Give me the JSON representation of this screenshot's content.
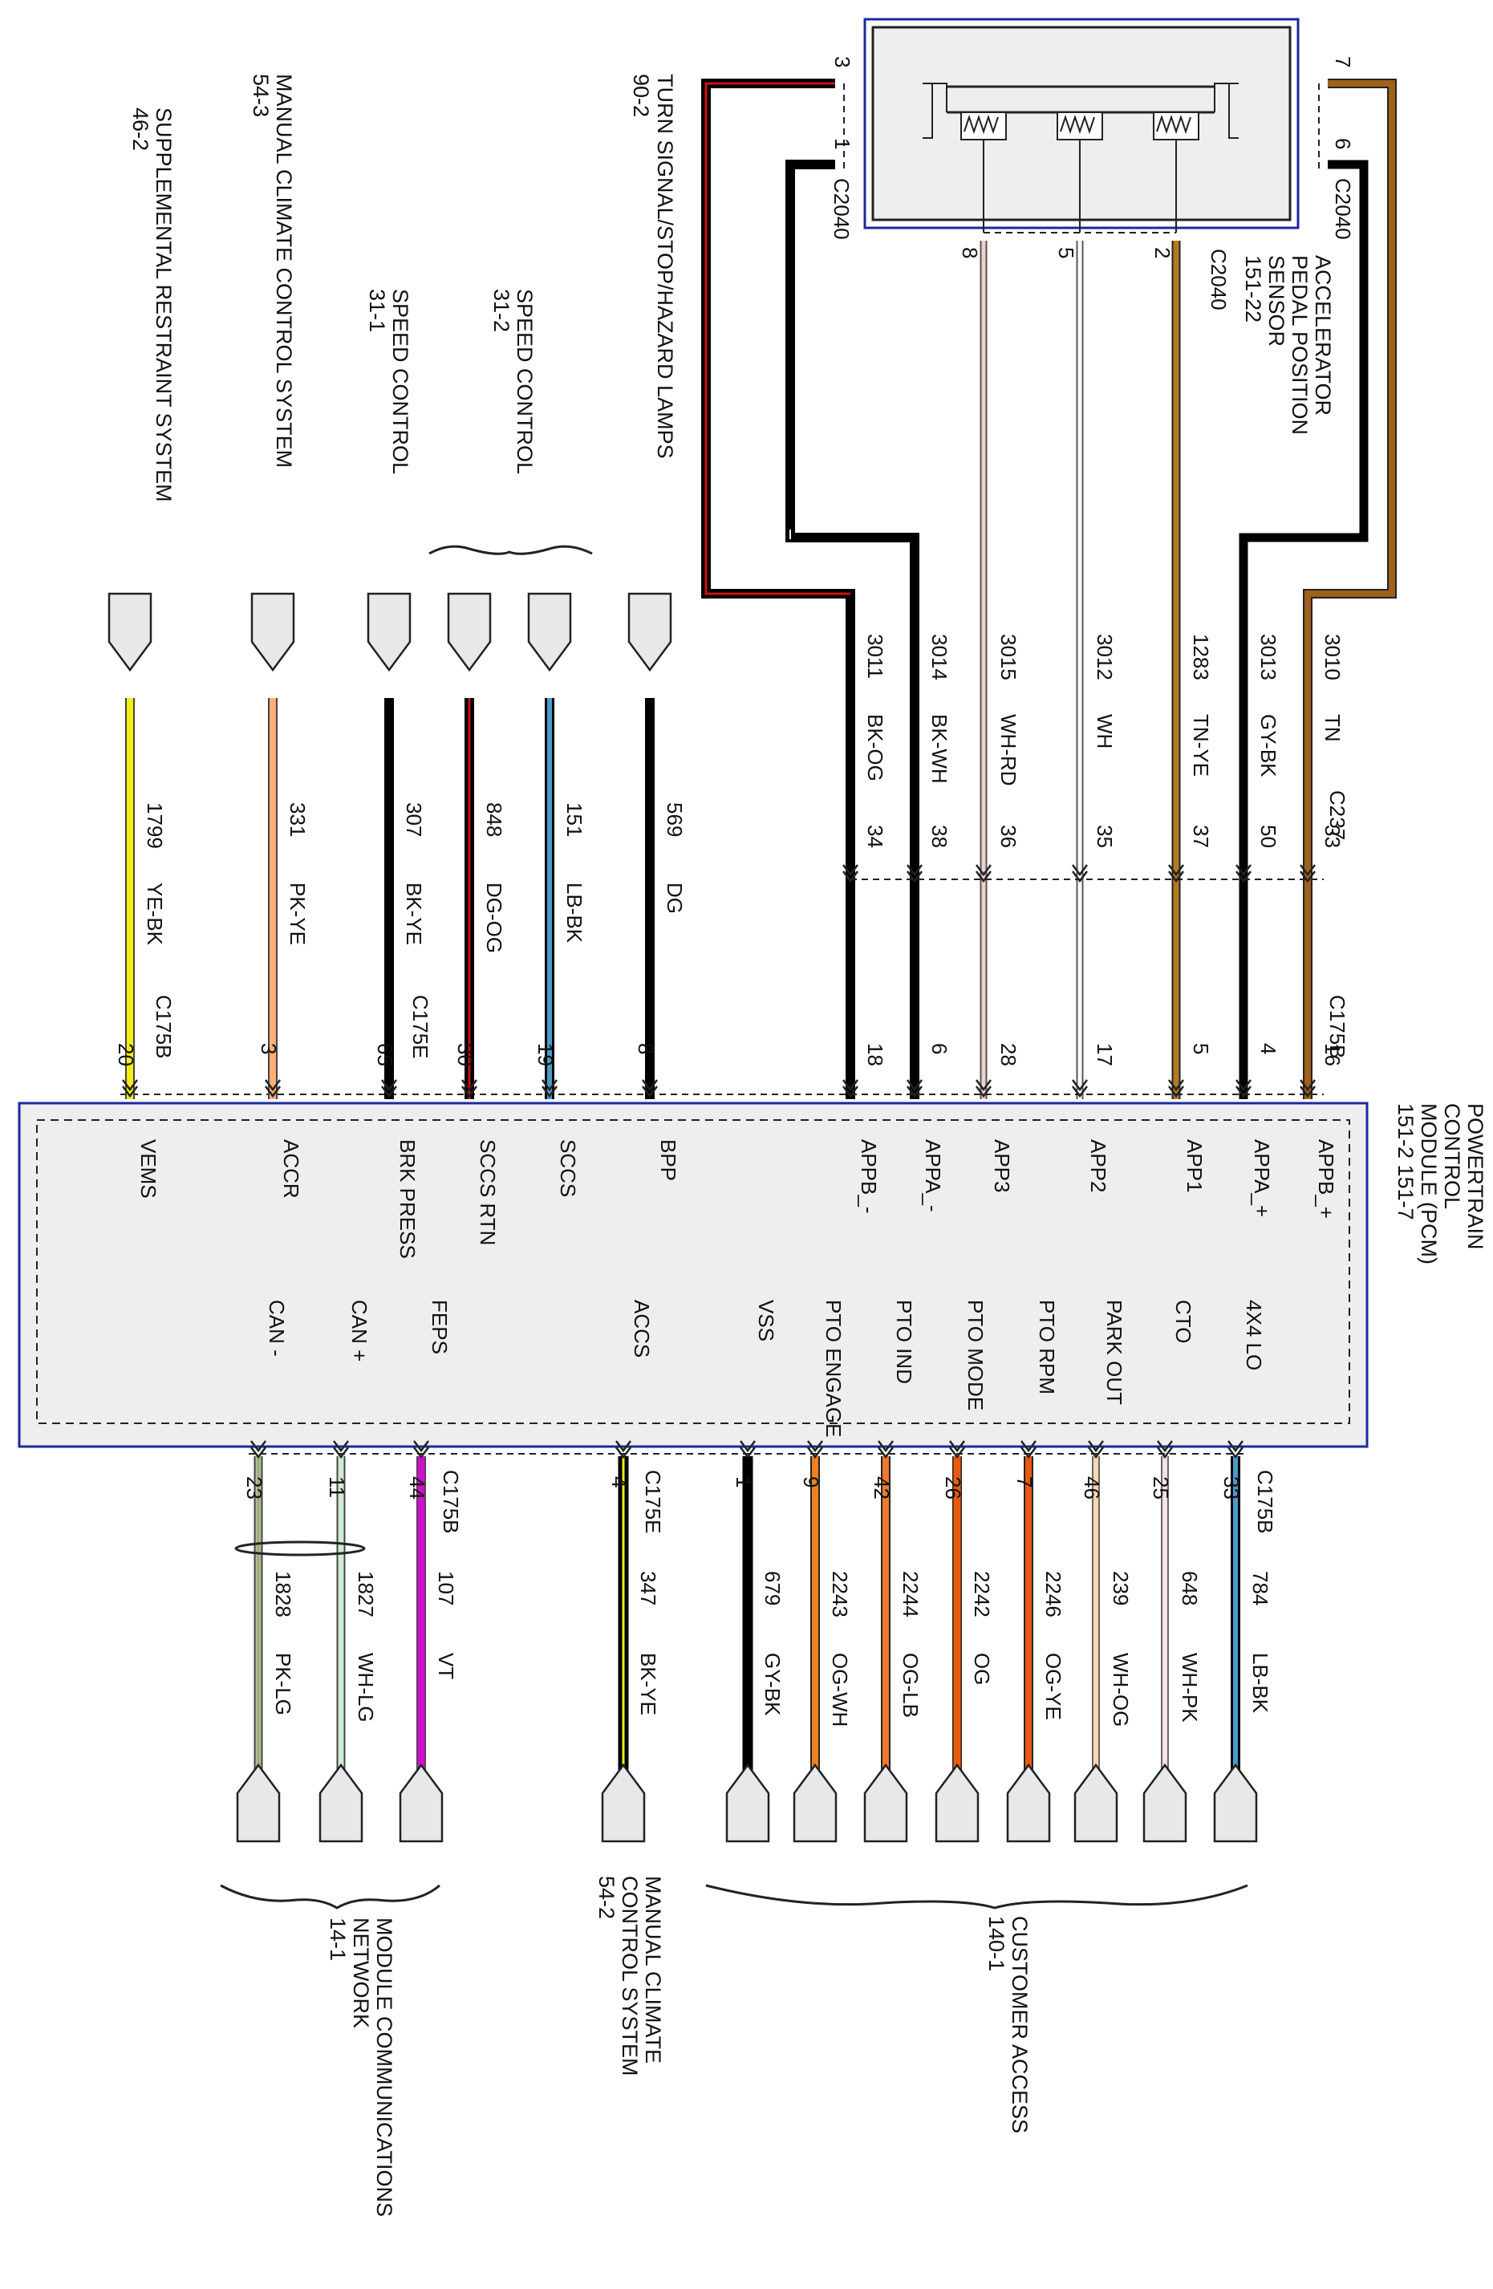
{
  "apps": {
    "sensor": "ACCELERATOR PEDAL POSITION SENSOR",
    "sensor_ref": "151-22",
    "turn": "TURN SIGNAL/STOP/HAZARD LAMPS",
    "turn_ref": "90-2",
    "speed2": "SPEED CONTROL",
    "speed2_ref": "31-2",
    "speed1": "SPEED CONTROL",
    "speed1_ref": "31-1",
    "climate_top": "MANUAL CLIMATE CONTROL SYSTEM",
    "climate_top_ref": "54-3",
    "srs": "SUPPLEMENTAL RESTRAINT SYSTEM",
    "srs_ref": "46-2",
    "pcm_l1": "POWERTRAIN",
    "pcm_l2": "CONTROL",
    "pcm_l3": "MODULE (PCM)",
    "pcm_l4": "151-2   151-7",
    "customer": "CUSTOMER ACCESS",
    "customer_ref": "140-1",
    "climate_bot_l1": "MANUAL CLIMATE",
    "climate_bot_l2": "CONTROL SYSTEM",
    "climate_bot_ref": "54-2",
    "mcn_l1": "MODULE COMMUNICATIONS",
    "mcn_l2": "NETWORK",
    "mcn_ref": "14-1"
  },
  "connectors": {
    "c2040": "C2040",
    "c237": "C237",
    "c175b": "C175B",
    "c175e": "C175E"
  },
  "sensor_pins": {
    "p3": "3",
    "p1": "1",
    "p7": "7",
    "p6": "6",
    "p8": "8",
    "p5": "5",
    "p2": "2"
  },
  "top_wires": [
    {
      "circuit": "3010",
      "color": "TN",
      "c237_pin": "33",
      "c175_pin": "16",
      "pcm": "APPB_+"
    },
    {
      "circuit": "3013",
      "color": "GY-BK",
      "c237_pin": "50",
      "c175_pin": "4",
      "pcm": "APPA_+"
    },
    {
      "circuit": "1283",
      "color": "TN-YE",
      "c237_pin": "37",
      "c175_pin": "5",
      "pcm": "APP1"
    },
    {
      "circuit": "3012",
      "color": "WH",
      "c237_pin": "35",
      "c175_pin": "17",
      "pcm": "APP2"
    },
    {
      "circuit": "3015",
      "color": "WH-RD",
      "c237_pin": "36",
      "c175_pin": "28",
      "pcm": "APP3"
    },
    {
      "circuit": "3014",
      "color": "BK-WH",
      "c237_pin": "38",
      "c175_pin": "6",
      "pcm": "APPA_-"
    },
    {
      "circuit": "3011",
      "color": "BK-OG",
      "c237_pin": "34",
      "c175_pin": "18",
      "pcm": "APPB_-"
    }
  ],
  "mid_wires": [
    {
      "circuit": "569",
      "color": "DG",
      "pin": "8",
      "pcm": "BPP"
    },
    {
      "circuit": "151",
      "color": "LB-BK",
      "pin": "19",
      "pcm": "SCCS"
    },
    {
      "circuit": "848",
      "color": "DG-OG",
      "pin": "30",
      "pcm": "SCCS RTN"
    },
    {
      "circuit": "307",
      "color": "BK-YE",
      "pin": "65",
      "pcm": "BRK PRESS"
    },
    {
      "circuit": "331",
      "color": "PK-YE",
      "pin": "3",
      "pcm": "ACCR"
    },
    {
      "circuit": "1799",
      "color": "YE-BK",
      "pin": "20",
      "pcm": "VEMS"
    }
  ],
  "bottom_wires": [
    {
      "circuit": "784",
      "color": "LB-BK",
      "pin": "33",
      "pcm": "4X4 LO"
    },
    {
      "circuit": "648",
      "color": "WH-PK",
      "pin": "25",
      "pcm": "CTO"
    },
    {
      "circuit": "239",
      "color": "WH-OG",
      "pin": "46",
      "pcm": "PARK OUT"
    },
    {
      "circuit": "2246",
      "color": "OG-YE",
      "pin": "7",
      "pcm": "PTO RPM"
    },
    {
      "circuit": "2242",
      "color": "OG",
      "pin": "26",
      "pcm": "PTO MODE"
    },
    {
      "circuit": "2244",
      "color": "OG-LB",
      "pin": "42",
      "pcm": "PTO IND"
    },
    {
      "circuit": "2243",
      "color": "OG-WH",
      "pin": "9",
      "pcm": "PTO ENGAGE"
    },
    {
      "circuit": "679",
      "color": "GY-BK",
      "pin": "1",
      "pcm": "VSS"
    },
    {
      "circuit": "347",
      "color": "BK-YE",
      "pin": "4",
      "pcm": "ACCS"
    },
    {
      "circuit": "107",
      "color": "VT",
      "pin": "44",
      "pcm": "FEPS"
    },
    {
      "circuit": "1827",
      "color": "WH-LG",
      "pin": "11",
      "pcm": "CAN +"
    },
    {
      "circuit": "1828",
      "color": "PK-LG",
      "pin": "23",
      "pcm": "CAN -"
    }
  ],
  "colors": {
    "module_border": "#1a2a9c",
    "module_fill": "#eeeeee",
    "tan": "#a0601a",
    "black": "#000000",
    "lightblue": "#4a9cc8",
    "darkgreen": "#1e6b2a",
    "orange": "#e85a10",
    "violet": "#cc10cc",
    "yellow": "#f5ee10",
    "pink": "#f5a0a0",
    "peach": "#ffb07a",
    "red": "#d01010",
    "lightgreen": "#8fd08f",
    "gray": "#888888"
  }
}
